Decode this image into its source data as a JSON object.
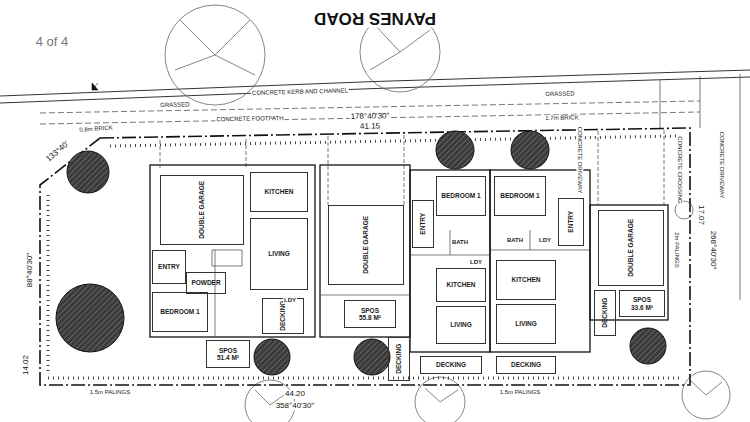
{
  "diagram": {
    "nodes": [
      {
        "text": [
          "DOUBLE GARAGE"
        ]
      },
      {
        "text": [
          "KITCHEN"
        ]
      },
      {
        "text": [
          "LIVING"
        ]
      },
      {
        "text": [
          "ENTRY"
        ]
      },
      {
        "text": [
          "POWDER"
        ]
      },
      {
        "text": [
          "BEDROOM 1"
        ]
      },
      {
        "text": [
          "DECKING"
        ]
      },
      {
        "text": [
          "SPOS",
          "51.4 M²"
        ]
      },
      {
        "text": [
          "DOUBLE GARAGE"
        ]
      },
      {
        "text": [
          "SPOS",
          "55.8 M²"
        ]
      },
      {
        "text": [
          "DECKING"
        ]
      },
      {
        "text": [
          "ENTRY"
        ]
      },
      {
        "text": [
          "BEDROOM 1"
        ]
      },
      {
        "text": [
          "KITCHEN"
        ]
      },
      {
        "text": [
          "LIVING"
        ]
      },
      {
        "text": [
          "DECKING"
        ]
      },
      {
        "text": [
          "BEDROOM 1"
        ]
      },
      {
        "text": [
          "ENTRY"
        ]
      },
      {
        "text": [
          "KITCHEN"
        ]
      },
      {
        "text": [
          "LIVING"
        ]
      },
      {
        "text": [
          "DECKING"
        ]
      },
      {
        "text": [
          "DOUBLE GARAGE"
        ]
      },
      {
        "text": [
          "DECKING"
        ]
      },
      {
        "text": [
          "SPOS",
          "33.6 M²"
        ]
      }
    ],
    "labels": [
      "PAYNES ROAD",
      "4 of 4",
      "CONCRETE KERB AND CHANNEL",
      "GRASSED",
      "GRASSED",
      "178°40'30\"",
      "41.15",
      "0.8m BRICK",
      "1.7m BRICK",
      "CONCRETE FOOTPATH",
      "133°40'",
      "14.02",
      "88°40'30\"",
      "44.20",
      "358°40'30\"",
      "17.07",
      "268°40'30\"",
      "1.5m PALINGS",
      "1.5m PALINGS",
      "2m PALINGS",
      "CONCRETE DRIVEWAY",
      "CONCRETE CROSSING",
      "CONCRETE DRIVEWAY",
      "BATH",
      "LDY",
      "BATH",
      "LDY",
      "LDY"
    ]
  }
}
